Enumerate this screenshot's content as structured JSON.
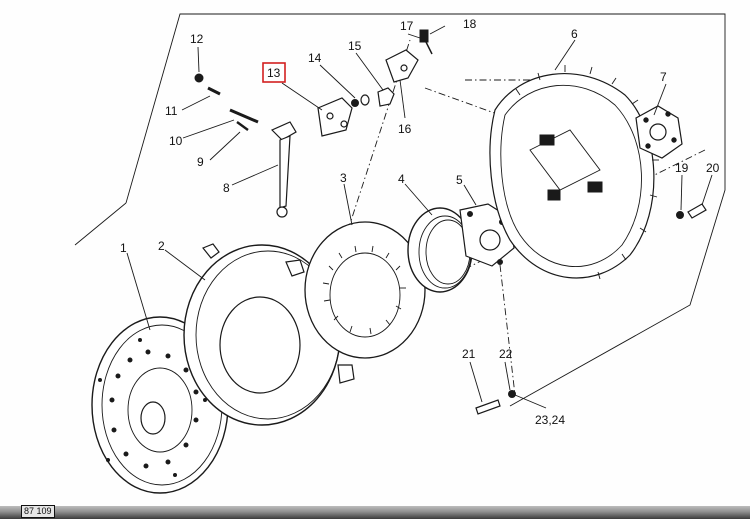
{
  "diagram": {
    "callouts": {
      "c1": "1",
      "c2": "2",
      "c3": "3",
      "c4": "4",
      "c5": "5",
      "c6": "6",
      "c7": "7",
      "c8": "8",
      "c9": "9",
      "c10": "10",
      "c11": "11",
      "c12": "12",
      "c13": "13",
      "c14": "14",
      "c15": "15",
      "c16": "16",
      "c17": "17",
      "c18": "18",
      "c19": "19",
      "c20": "20",
      "c21": "21",
      "c22": "22",
      "c2324": "23,24"
    },
    "highlighted_callout": "13",
    "highlight_color": "#d21f1f",
    "page_code": "87 109"
  }
}
